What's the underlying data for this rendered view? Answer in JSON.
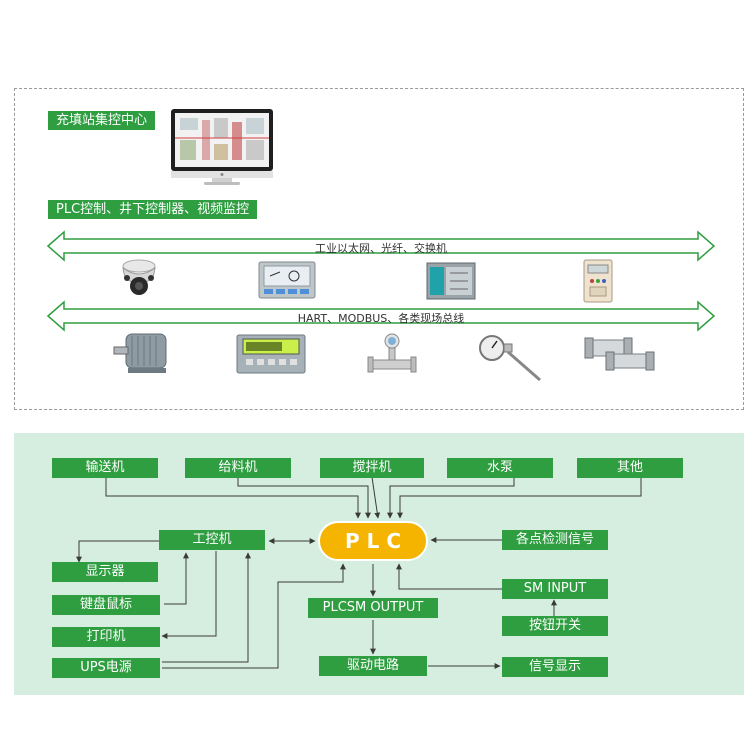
{
  "top": {
    "center_label": "充填站集控中心",
    "plc_label": "PLC控制、井下控制器、视频监控",
    "bus1_label": "工业以太网、光纤、交换机",
    "bus2_label": "HART、MODBUS、各类现场总线",
    "devices_row1": [
      "dome-camera",
      "hmi-panel",
      "plc-module",
      "wall-controller"
    ],
    "devices_row2": [
      "electric-motor",
      "weighing-indicator",
      "flow-meter",
      "thermometer-gauge",
      "pneumatic-cylinder"
    ]
  },
  "flow": {
    "inputs": [
      "输送机",
      "给料机",
      "搅拌机",
      "水泵",
      "其他"
    ],
    "plc": "PLC",
    "ipc": "工控机",
    "peripherals": [
      "显示器",
      "键盘鼠标",
      "打印机",
      "UPS电源"
    ],
    "signals": "各点检测信号",
    "sm_input": "SM INPUT",
    "button_switch": "按钮开关",
    "plcsm_output": "PLCSM OUTPUT",
    "drive_circuit": "驱动电路",
    "signal_display": "信号显示"
  },
  "colors": {
    "green": "#2e9e41",
    "panel_bg": "#d6eedf",
    "plc": "#f5b400",
    "arrow": "#3a3a3a",
    "bus_arrow": "#2e9e41"
  }
}
